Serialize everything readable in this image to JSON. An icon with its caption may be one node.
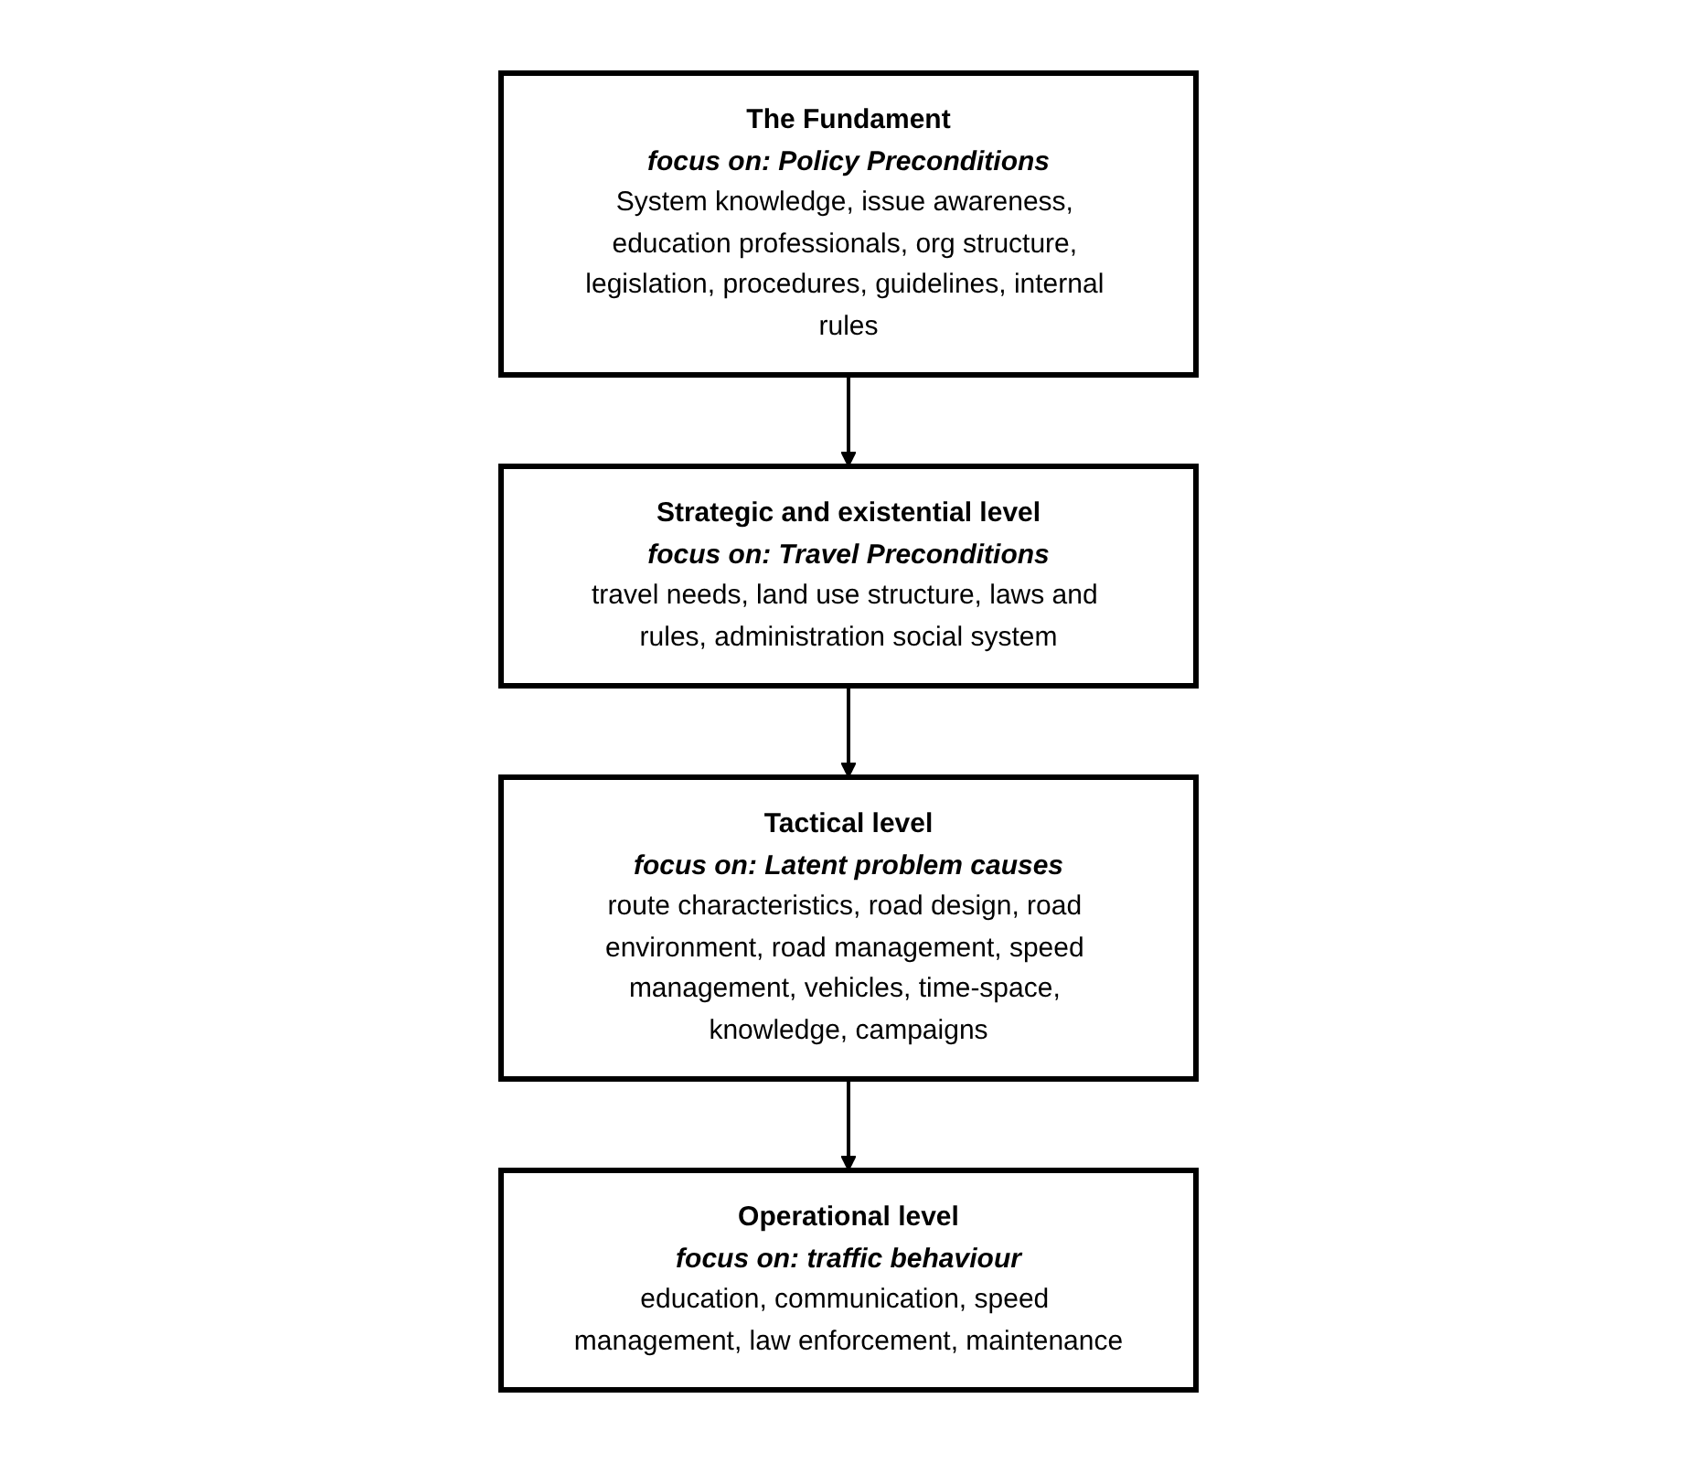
{
  "diagram": {
    "nodes": [
      {
        "text": [
          "The Fundament",
          "focus on: Policy Preconditions",
          "System knowledge, issue awareness, education professionals, org structure, legislation, procedures, guidelines, internal rules"
        ]
      },
      {
        "text": [
          "Strategic and existential level",
          "focus on: Travel Preconditions",
          "travel needs, land use structure, laws and rules, administration social system"
        ]
      },
      {
        "text": [
          "Tactical level",
          "focus on: Latent problem causes",
          "route characteristics, road design, road environment, road management, speed management, vehicles, time-space, knowledge, campaigns"
        ]
      },
      {
        "text": [
          "Operational level",
          "focus on: traffic behaviour",
          "education, communication, speed management, law enforcement, maintenance"
        ]
      }
    ],
    "edges": [
      {
        "from": 0,
        "to": 1,
        "arrow": "to"
      },
      {
        "from": 1,
        "to": 2,
        "arrow": "to"
      },
      {
        "from": 2,
        "to": 3,
        "arrow": "to"
      }
    ]
  }
}
